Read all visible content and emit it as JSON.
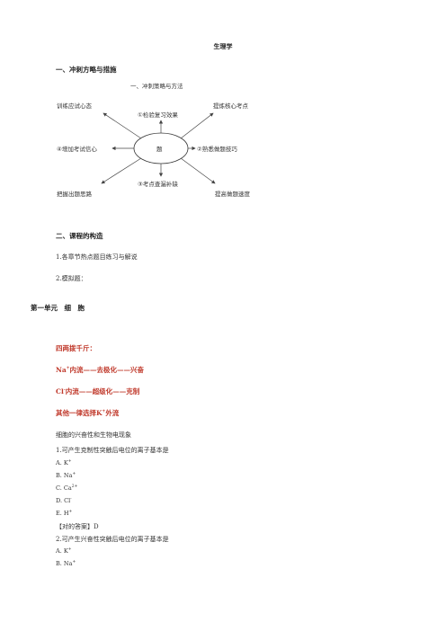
{
  "doc_title": "生理学",
  "section1": "一、冲刺方略与措施",
  "diagram": {
    "heading": "一、冲刺策略与方法",
    "center": "题",
    "tl": "训练应试心态",
    "tr": "提炼核心考点",
    "tc": "①检验复习效果",
    "ml": "④增加考试信心",
    "mr": "②熟悉做题技巧",
    "bc": "③考点查漏补缺",
    "bl": "把握出题思路",
    "br": "提高做题速度"
  },
  "section2": "二、课程的构造",
  "list": [
    "1.各章节热点题目练习与解说",
    "2.模拟题："
  ],
  "unit": "第一单元　细　胞",
  "mnemonic": {
    "title": "四两拨千斤：",
    "l1_pre": "Na",
    "l1_sup": "+",
    "l1_post": "内流——去极化——兴奋",
    "l2_pre": "Cl",
    "l2_sup": "-",
    "l2_post": "内流——超级化——克制",
    "l3_pre": "其他一律选择K",
    "l3_sup": "+",
    "l3_post": "外流"
  },
  "topic": "细胞的兴奋性和生物电现象",
  "q1": {
    "stem": "1.可产生克制性突触后电位的离子基本是",
    "options": [
      {
        "t": "A. K",
        "s": "+"
      },
      {
        "t": "B. Na",
        "s": "+"
      },
      {
        "t": "C. Ca",
        "s": "2+"
      },
      {
        "t": "D. Cl",
        "s": "-"
      },
      {
        "t": "E. H",
        "s": "+"
      }
    ],
    "answer": "【对的答案】D"
  },
  "q2": {
    "stem": "2.可产生兴奋性突触后电位的离子基本是",
    "options": [
      {
        "t": "A. K",
        "s": "+"
      },
      {
        "t": "B. Na",
        "s": "+"
      }
    ]
  }
}
